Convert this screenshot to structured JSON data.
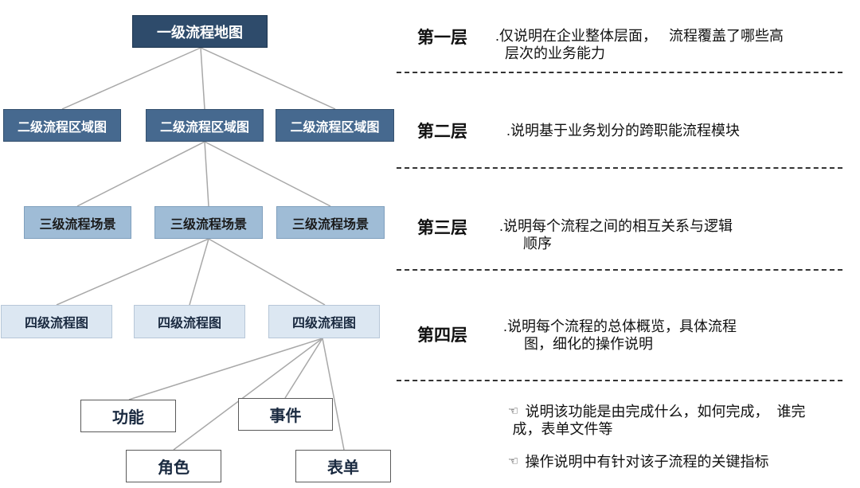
{
  "tree": {
    "level1": {
      "label": "一级流程地图"
    },
    "level2": [
      {
        "label": "二级流程区域图"
      },
      {
        "label": "二级流程区域图"
      },
      {
        "label": "二级流程区域图"
      }
    ],
    "level3": [
      {
        "label": "三级流程场景"
      },
      {
        "label": "三级流程场景"
      },
      {
        "label": "三级流程场景"
      }
    ],
    "level4": [
      {
        "label": "四级流程图"
      },
      {
        "label": "四级流程图"
      },
      {
        "label": "四级流程图"
      }
    ],
    "level5": [
      {
        "label": "功能"
      },
      {
        "label": "事件"
      },
      {
        "label": "角色"
      },
      {
        "label": "表单"
      }
    ]
  },
  "layers": [
    {
      "title": "第一层",
      "desc_line1": ".仅说明在企业整体层面，   流程覆盖了哪些高",
      "desc_line2": "层次的业务能力"
    },
    {
      "title": "第二层",
      "desc_line1": ".说明基于业务划分的跨职能流程模块"
    },
    {
      "title": "第三层",
      "desc_line1": ".说明每个流程之间的相互关系与逻辑",
      "desc_line2": "顺序"
    },
    {
      "title": "第四层",
      "desc_line1": ".说明每个流程的总体概览，具体流程",
      "desc_line2": "图，细化的操作说明"
    }
  ],
  "bullets": [
    {
      "icon": "pointing-hand-icon",
      "line1": "说明该功能是由完成什么，如何完成，  谁完",
      "line2": "成，表单文件等"
    },
    {
      "icon": "pointing-hand-icon",
      "line1": "操作说明中有针对该子流程的关键指标"
    }
  ]
}
